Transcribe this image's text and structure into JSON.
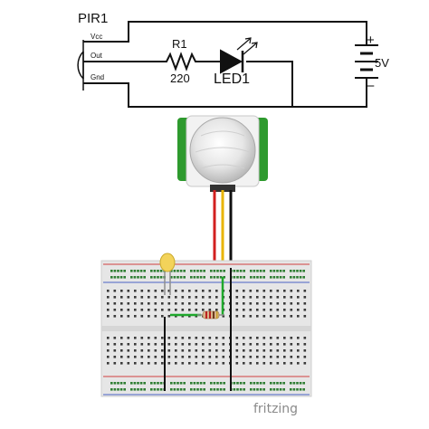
{
  "schematic": {
    "pir_label": "PIR1",
    "pin_vcc": "Vcc",
    "pin_out": "Out",
    "pin_gnd": "Gnd",
    "resistor_label": "R1",
    "resistor_value": "220",
    "led_label": "LED1",
    "battery_plus": "+",
    "battery_value": "5V",
    "battery_minus": "–"
  },
  "watermark": "fritzing",
  "colors": {
    "wire_black": "#111111",
    "wire_red": "#d21f1f",
    "wire_yellow": "#e8b400",
    "wire_green": "#1fa82c",
    "pcb_green": "#2e9a2e",
    "led_yellow": "#f3d35a",
    "breadboard": "#e6e6e6",
    "rail_red": "#d04040",
    "rail_blue": "#4a62c4"
  }
}
